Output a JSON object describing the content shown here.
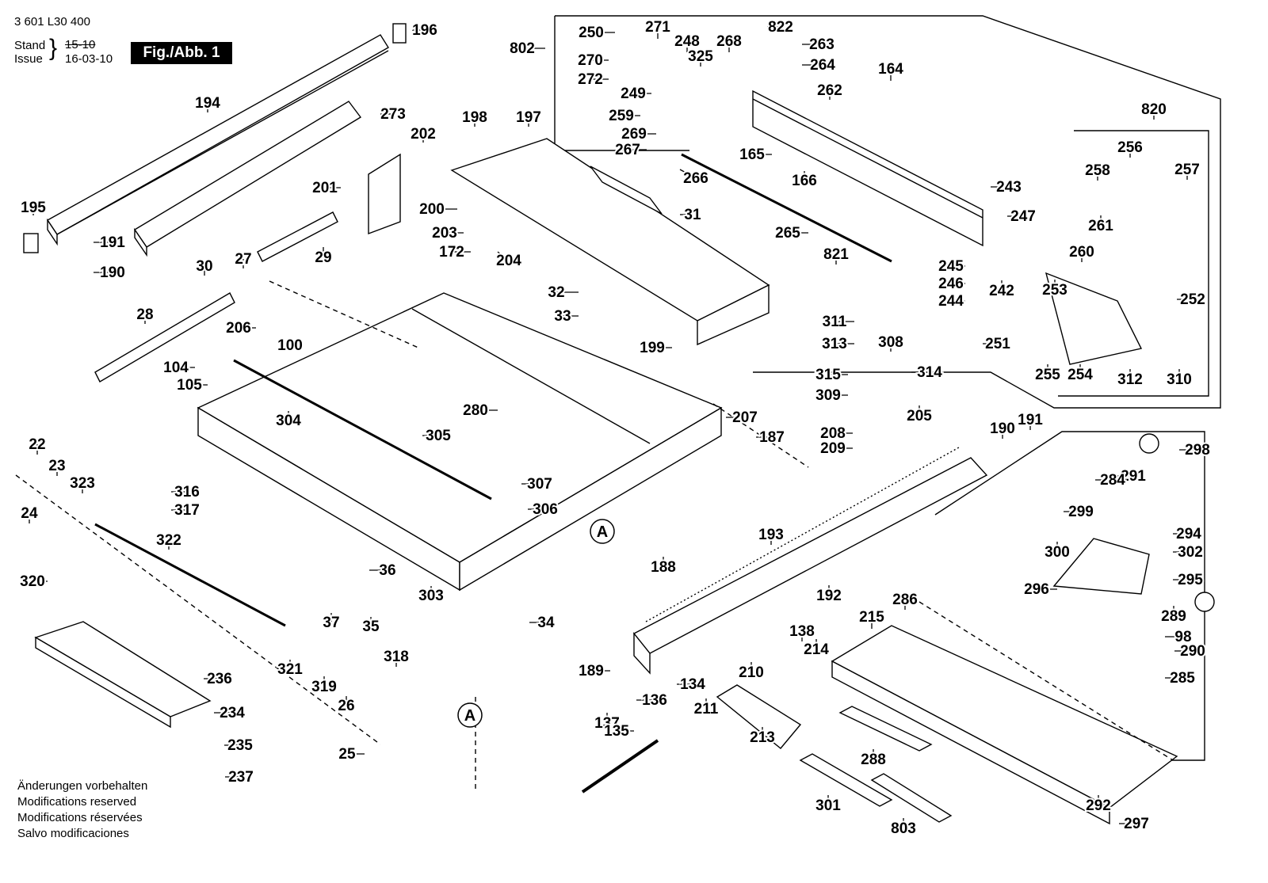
{
  "header": {
    "doc_number": "3 601 L30 400",
    "stand_label": "Stand",
    "issue_label": "Issue",
    "old_date": "15-10",
    "new_date": "16-03-10",
    "figure_badge": "Fig./Abb. 1"
  },
  "disclaimer": [
    "Änderungen vorbehalten",
    "Modifications reserved",
    "Modifications réservées",
    "Salvo modificaciones"
  ],
  "reference_marks": [
    "A",
    "A"
  ],
  "part_numbers": [
    "196",
    "194",
    "273",
    "195",
    "191",
    "190",
    "198",
    "197",
    "202",
    "201",
    "200",
    "203",
    "172",
    "204",
    "30",
    "29",
    "27",
    "28",
    "206",
    "100",
    "104",
    "105",
    "32",
    "33",
    "31",
    "199",
    "304",
    "305",
    "280",
    "22",
    "23",
    "323",
    "316",
    "317",
    "24",
    "320",
    "322",
    "307",
    "306",
    "303",
    "36",
    "35",
    "37",
    "34",
    "321",
    "319",
    "26",
    "318",
    "25",
    "236",
    "234",
    "235",
    "237",
    "802",
    "250",
    "270",
    "272",
    "249",
    "259",
    "269",
    "267",
    "271",
    "248",
    "325",
    "268",
    "822",
    "263",
    "264",
    "262",
    "164",
    "165",
    "166",
    "266",
    "265",
    "821",
    "820",
    "256",
    "257",
    "243",
    "258",
    "261",
    "247",
    "245",
    "246",
    "244",
    "242",
    "260",
    "253",
    "252",
    "251",
    "255",
    "254",
    "312",
    "310",
    "311",
    "313",
    "308",
    "314",
    "315",
    "309",
    "208",
    "209",
    "205",
    "207",
    "187",
    "188",
    "193",
    "192",
    "190",
    "191",
    "189",
    "134",
    "136",
    "137",
    "135",
    "138",
    "214",
    "210",
    "211",
    "213",
    "215",
    "286",
    "288",
    "301",
    "803",
    "297",
    "298",
    "291",
    "292",
    "284",
    "299",
    "300",
    "294",
    "302",
    "296",
    "295",
    "289",
    "98",
    "290",
    "285"
  ],
  "colors": {
    "ink": "#000000",
    "paper": "#ffffff"
  }
}
